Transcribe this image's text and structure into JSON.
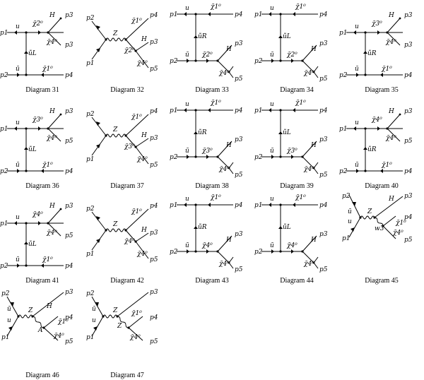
{
  "diagrams": [
    {
      "caption": "Diagram 31",
      "type": "t1",
      "labels": {
        "a": "p1",
        "b": "p2",
        "c": "p3",
        "d": "p4",
        "e": "p3",
        "f": "u",
        "g": "ũL",
        "h": "ū",
        "i": "χ̃2⁰",
        "j": "H",
        "k": "χ̃4⁰",
        "l": "χ̃1⁰"
      }
    },
    {
      "caption": "Diagram 32",
      "type": "s1",
      "labels": {
        "a": "p2",
        "b": "p1",
        "c": "p4",
        "d": "p3",
        "e": "p5",
        "f": "Z",
        "g": "χ̃1⁰",
        "h": "χ̃2⁰",
        "i": "H",
        "j": "χ̃4⁰"
      }
    },
    {
      "caption": "Diagram 33",
      "type": "t2",
      "labels": {
        "a": "p1",
        "b": "p2",
        "c": "p4",
        "d": "p3",
        "e": "p5",
        "f": "u",
        "g": "ũR",
        "h": "ū",
        "i": "χ̃1⁰",
        "j": "H",
        "k": "χ̃2⁰",
        "l": "χ̃4⁰"
      }
    },
    {
      "caption": "Diagram 34",
      "type": "t2",
      "labels": {
        "a": "p1",
        "b": "p2",
        "c": "p4",
        "d": "p3",
        "e": "p5",
        "f": "u",
        "g": "ũL",
        "h": "ū",
        "i": "χ̃1⁰",
        "j": "H",
        "k": "χ̃2⁰",
        "l": "χ̃4⁰"
      }
    },
    {
      "caption": "Diagram 35",
      "type": "t1",
      "labels": {
        "a": "p1",
        "b": "p2",
        "c": "p3",
        "d": "p4",
        "e": "p3",
        "f": "u",
        "g": "ũR",
        "h": "ū",
        "i": "χ̃3⁰",
        "j": "H",
        "k": "χ̃4⁰",
        "l": "χ̃1⁰"
      }
    },
    {
      "caption": "Diagram 36",
      "type": "t1",
      "labels": {
        "a": "p1",
        "b": "p2",
        "c": "p3",
        "d": "p4",
        "e": "p5",
        "f": "u",
        "g": "ũL",
        "h": "ū",
        "i": "χ̃3⁰",
        "j": "H",
        "k": "χ̃4⁰",
        "l": "χ̃1⁰"
      }
    },
    {
      "caption": "Diagram 37",
      "type": "s1",
      "labels": {
        "a": "p2",
        "b": "p1",
        "c": "p4",
        "d": "p3",
        "e": "p5",
        "f": "Z",
        "g": "χ̃1⁰",
        "h": "χ̃3⁰",
        "i": "H",
        "j": "χ̃4⁰"
      }
    },
    {
      "caption": "Diagram 38",
      "type": "t2",
      "labels": {
        "a": "p1",
        "b": "p2",
        "c": "p4",
        "d": "p3",
        "e": "p5",
        "f": "u",
        "g": "ũR",
        "h": "ū",
        "i": "χ̃1⁰",
        "j": "H",
        "k": "χ̃3⁰",
        "l": "χ̃4⁰"
      }
    },
    {
      "caption": "Diagram 39",
      "type": "t2",
      "labels": {
        "a": "p1",
        "b": "p2",
        "c": "p4",
        "d": "p3",
        "e": "p5",
        "f": "u",
        "g": "ũL",
        "h": "ū",
        "i": "χ̃1⁰",
        "j": "H",
        "k": "χ̃3⁰",
        "l": "χ̃4⁰"
      }
    },
    {
      "caption": "Diagram 40",
      "type": "t1",
      "labels": {
        "a": "p1",
        "b": "p2",
        "c": "p3",
        "d": "p4",
        "e": "p5",
        "f": "u",
        "g": "ũR",
        "h": "ū",
        "i": "χ̃4⁰",
        "j": "H",
        "k": "χ̃4⁰",
        "l": "χ̃1⁰"
      }
    },
    {
      "caption": "Diagram 41",
      "type": "t1",
      "labels": {
        "a": "p1",
        "b": "p2",
        "c": "p3",
        "d": "p4",
        "e": "p5",
        "f": "u",
        "g": "ũL",
        "h": "ū",
        "i": "χ̃4⁰",
        "j": "H",
        "k": "χ̃4⁰",
        "l": "χ̃1⁰"
      }
    },
    {
      "caption": "Diagram 42",
      "type": "s1",
      "labels": {
        "a": "p2",
        "b": "p1",
        "c": "p4",
        "d": "p3",
        "e": "p5",
        "f": "Z",
        "g": "χ̃1⁰",
        "h": "χ̃4⁰",
        "i": "H",
        "j": "χ̃4⁰"
      }
    },
    {
      "caption": "Diagram 43",
      "type": "t2",
      "labels": {
        "a": "p1",
        "b": "p2",
        "c": "p4",
        "d": "p3",
        "e": "p5",
        "f": "u",
        "g": "ũR",
        "h": "ū",
        "i": "χ̃1⁰",
        "j": "H",
        "k": "χ̃4⁰",
        "l": "χ̃4⁰"
      }
    },
    {
      "caption": "Diagram 44",
      "type": "t2",
      "labels": {
        "a": "p1",
        "b": "p2",
        "c": "p4",
        "d": "p3",
        "e": "p5",
        "f": "u",
        "g": "ũL",
        "h": "ū",
        "i": "χ̃1⁰",
        "j": "H",
        "k": "χ̃4⁰",
        "l": "χ̃4⁰"
      }
    },
    {
      "caption": "Diagram 45",
      "type": "s2",
      "labels": {
        "a": "p2",
        "b": "p1",
        "c": "H",
        "d": "p3",
        "e": "p4",
        "f": "p5",
        "g": "ū",
        "h": "u",
        "i": "Z",
        "j": "w3",
        "k": "χ̃1⁰",
        "l": "χ̃4⁰"
      }
    },
    {
      "caption": "Diagram 46",
      "type": "s3",
      "labels": {
        "a": "p2",
        "b": "p1",
        "c": "p3",
        "d": "p4",
        "e": "p5",
        "f": "ū",
        "g": "u",
        "h": "Z",
        "i": "H",
        "j": "A",
        "k": "χ̃1⁰",
        "l": "χ̃4⁰"
      }
    },
    {
      "caption": "Diagram 47",
      "type": "s4",
      "labels": {
        "a": "p2",
        "b": "p1",
        "c": "p3",
        "d": "p4",
        "e": "p5",
        "f": "ū",
        "g": "u",
        "h": "Z",
        "i": "Z",
        "j": "χ̃1⁰",
        "k": "χ̃4⁰"
      }
    }
  ]
}
